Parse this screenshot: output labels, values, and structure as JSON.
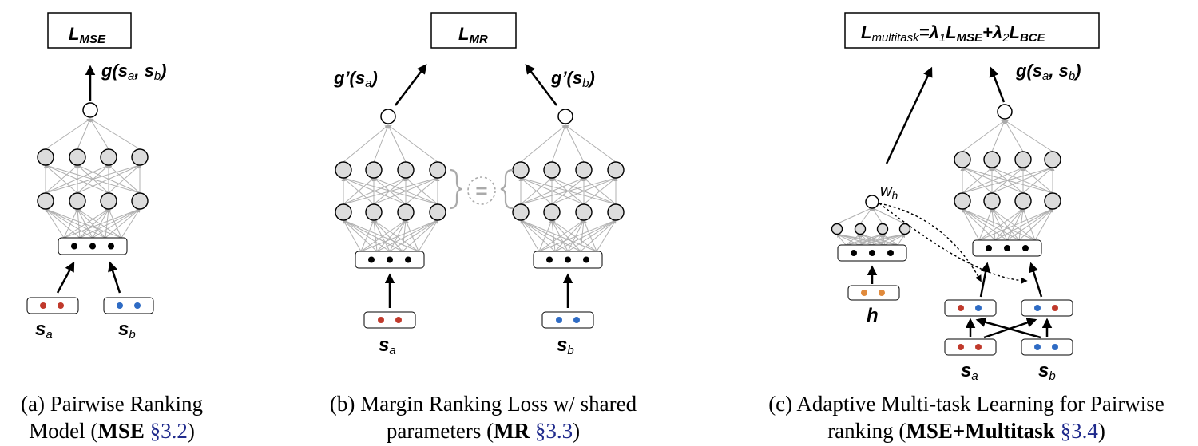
{
  "panel_a": {
    "loss_main": "L",
    "loss_sub": "MSE",
    "out_main": "g(s",
    "out_sub_a": "a",
    "out_mid": ", s",
    "out_sub_b": "b",
    "out_end": ")",
    "in_a_main": "s",
    "in_a_sub": "a",
    "in_b_main": "s",
    "in_b_sub": "b",
    "cap_line1": "(a) Pairwise Ranking",
    "cap_l2_pre": "Model (",
    "cap_l2_bold": "MSE",
    "cap_l2_ref": " §3.2",
    "cap_l2_end": ")"
  },
  "panel_b": {
    "loss_main": "L",
    "loss_sub": "MR",
    "out_a_main": "g’(s",
    "out_a_sub": "a",
    "out_a_end": ")",
    "out_b_main": "g’(s",
    "out_b_sub": "b",
    "out_b_end": ")",
    "eq": "=",
    "in_a_main": "s",
    "in_a_sub": "a",
    "in_b_main": "s",
    "in_b_sub": "b",
    "cap_line1": "(b) Margin Ranking Loss w/ shared",
    "cap_l2_pre": "parameters (",
    "cap_l2_bold": "MR",
    "cap_l2_ref": " §3.3",
    "cap_l2_end": ")"
  },
  "panel_c": {
    "loss_main": "L",
    "loss_sub": "multitask",
    "loss_eq": "=λ",
    "loss_s1": "1",
    "loss_l1": "L",
    "loss_s1b": "MSE",
    "loss_plus": "+λ",
    "loss_s2": "2",
    "loss_l2": "L",
    "loss_s2b": "BCE",
    "out_main": "g(s",
    "out_sub_a": "a",
    "out_mid": ", s",
    "out_sub_b": "b",
    "out_end": ")",
    "wh_main": "w",
    "wh_sub": "h",
    "h_label": "h",
    "in_a_main": "s",
    "in_a_sub": "a",
    "in_b_main": "s",
    "in_b_sub": "b",
    "cap_line1": "(c) Adaptive Multi-task Learning for Pairwise",
    "cap_l2_pre": "ranking (",
    "cap_l2_bold": "MSE+Multitask",
    "cap_l2_ref": " §3.4",
    "cap_l2_end": ")"
  },
  "colors": {
    "red": "#c0392b",
    "blue": "#2e6bc4",
    "orange": "#e08a3c",
    "node_fill": "#dcdcdc",
    "edge": "#b0b0b0"
  }
}
